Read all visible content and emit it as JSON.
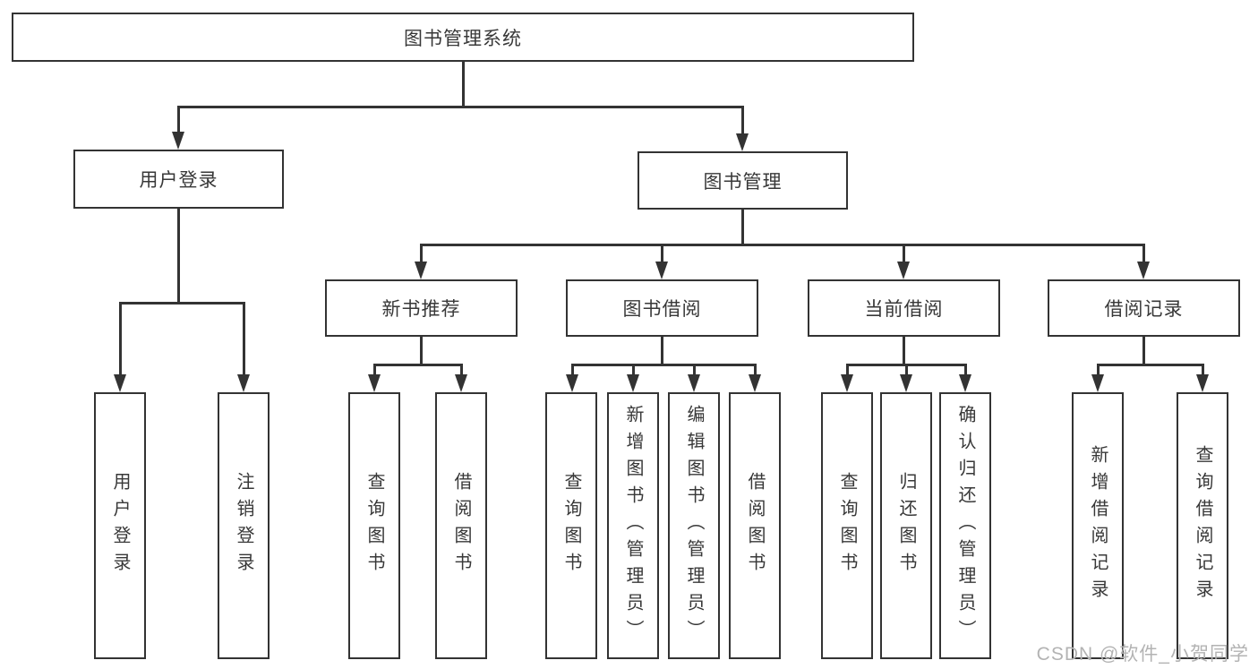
{
  "colors": {
    "line": "#333333",
    "node_border": "#333333",
    "node_text": "#383838",
    "background": "#ffffff",
    "watermark": "#b3b3b3"
  },
  "tree": {
    "root": {
      "label": "图书管理系统"
    },
    "branches": [
      {
        "label": "用户登录",
        "children": [
          {
            "label": "用户登录"
          },
          {
            "label": "注销登录"
          }
        ]
      },
      {
        "label": "图书管理",
        "children": [
          {
            "label": "新书推荐",
            "children": [
              {
                "label": "查询图书"
              },
              {
                "label": "借阅图书"
              }
            ]
          },
          {
            "label": "图书借阅",
            "children": [
              {
                "label": "查询图书"
              },
              {
                "label": "新增图书（管理员）"
              },
              {
                "label": "编辑图书（管理员）"
              },
              {
                "label": "借阅图书"
              }
            ]
          },
          {
            "label": "当前借阅",
            "children": [
              {
                "label": "查询图书"
              },
              {
                "label": "归还图书"
              },
              {
                "label": "确认归还（管理员）"
              }
            ]
          },
          {
            "label": "借阅记录",
            "children": [
              {
                "label": "新增借阅记录"
              },
              {
                "label": "查询借阅记录"
              }
            ]
          }
        ]
      }
    ]
  },
  "watermark": {
    "text": "CSDN @软件_小贺同学"
  }
}
